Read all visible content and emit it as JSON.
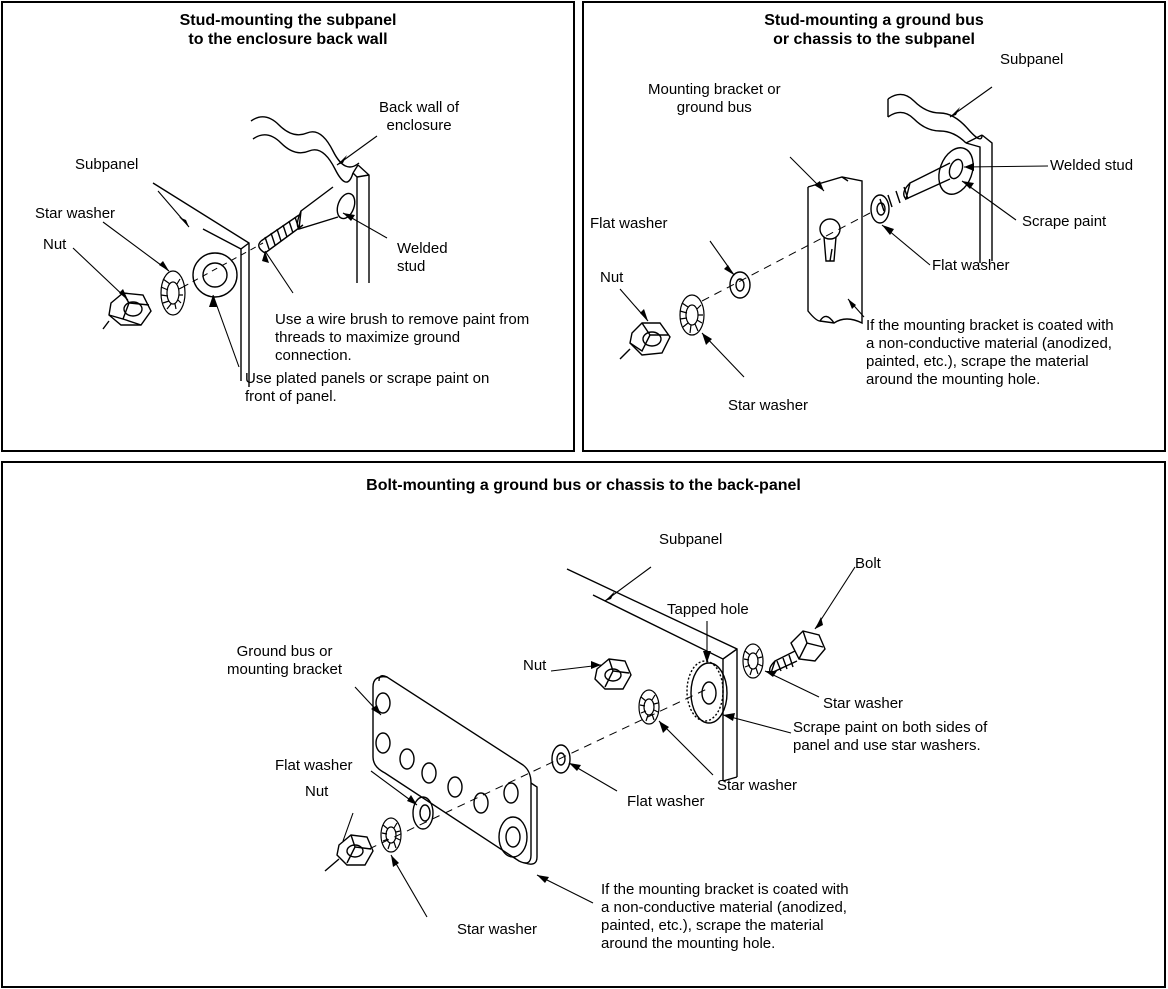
{
  "panel_a": {
    "title": [
      "Stud-mounting the subpanel",
      "to the enclosure back wall"
    ],
    "labels": {
      "back_wall": [
        "Back wall of",
        "enclosure"
      ],
      "subpanel": "Subpanel",
      "star_washer": "Star washer",
      "nut": "Nut",
      "welded_stud": [
        "Welded",
        "stud"
      ],
      "wire_brush_note": [
        "Use a wire brush to remove paint from",
        "threads to maximize ground",
        "connection."
      ],
      "plated_note": [
        "Use plated panels or scrape paint on",
        "front of panel."
      ]
    }
  },
  "panel_b": {
    "title": [
      "Stud-mounting a ground bus",
      "or chassis to the subpanel"
    ],
    "labels": {
      "subpanel": "Subpanel",
      "bracket": [
        "Mounting bracket or",
        "ground bus"
      ],
      "welded_stud": "Welded stud",
      "scrape_paint": "Scrape paint",
      "flat_washer_left": "Flat washer",
      "flat_washer_right": "Flat washer",
      "nut": "Nut",
      "star_washer": "Star washer",
      "coated_note": [
        "If the mounting bracket is coated with",
        "a non-conductive material (anodized,",
        "painted, etc.), scrape the material",
        "around the mounting hole."
      ]
    }
  },
  "panel_c": {
    "title": "Bolt-mounting a ground bus or chassis to the back-panel",
    "labels": {
      "subpanel": "Subpanel",
      "bolt": "Bolt",
      "tapped_hole": "Tapped hole",
      "ground_bus": [
        "Ground bus or",
        "mounting bracket"
      ],
      "nut_mid": "Nut",
      "star_washer_right": "Star washer",
      "scrape_note": [
        "Scrape paint on both sides of",
        "panel and use star washers."
      ],
      "star_washer_mid": "Star washer",
      "flat_washer_mid": "Flat washer",
      "flat_washer_left": "Flat washer",
      "nut_left": "Nut",
      "star_washer_left": "Star washer",
      "coated_note": [
        "If the mounting bracket is coated with",
        "a non-conductive material (anodized,",
        "painted, etc.), scrape the material",
        "around the mounting hole."
      ]
    }
  }
}
